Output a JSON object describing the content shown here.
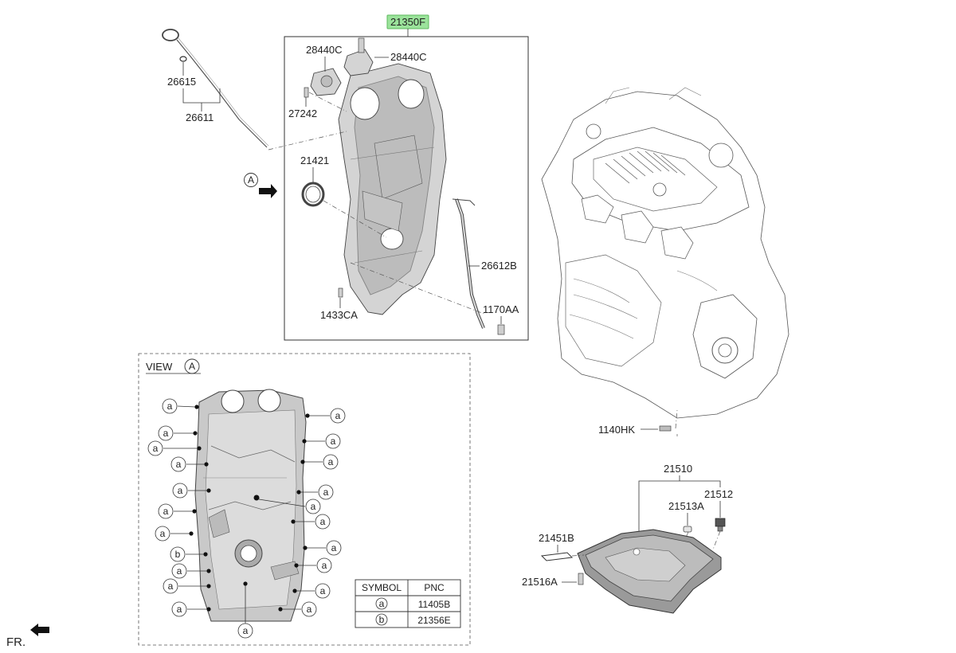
{
  "header": {
    "main_part": "21350F"
  },
  "labels": {
    "p28440c_left": "28440C",
    "p28440c_right": "28440C",
    "p27242": "27242",
    "p21421": "21421",
    "p26615": "26615",
    "p26611": "26611",
    "p26612b": "26612B",
    "p1433ca": "1433CA",
    "p1170aa": "1170AA",
    "p1140hk": "1140HK",
    "p21510": "21510",
    "p21513a": "21513A",
    "p21512": "21512",
    "p21451b": "21451B",
    "p21516a": "21516A",
    "fr": "FR.",
    "view_marker": "A"
  },
  "view": {
    "title": "VIEW",
    "marker": "A",
    "bolt_a": "a",
    "bolt_b": "b"
  },
  "legend": {
    "headers": {
      "symbol": "SYMBOL",
      "pnc": "PNC"
    },
    "rows": [
      {
        "symbol": "a",
        "pnc": "11405B"
      },
      {
        "symbol": "b",
        "pnc": "21356E"
      }
    ]
  }
}
